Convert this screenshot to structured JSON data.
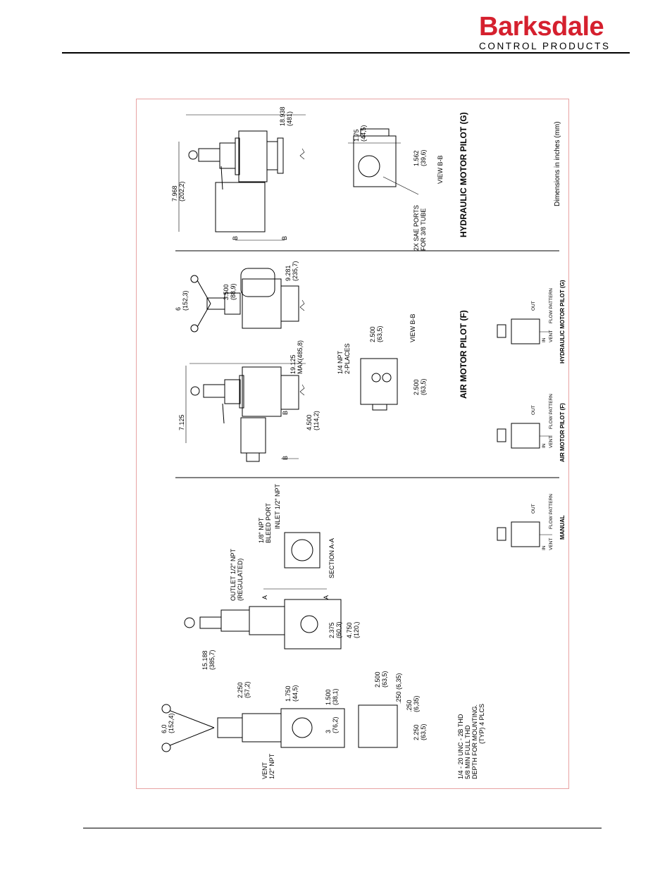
{
  "header": {
    "brand": "Barksdale",
    "tagline": "CONTROL PRODUCTS",
    "brand_color": "#d5202e"
  },
  "drawing": {
    "manual": {
      "outlet": "OUTLET 1/2\" NPT",
      "regulated": "(REGULATED)",
      "bleed_1": "1/8\" NPT",
      "bleed_2": "BLEED PORT",
      "inlet": "INLET 1/2\" NPT",
      "section": "SECTION A-A",
      "vent_1": "VENT",
      "vent_2": "1/2\" NPT",
      "mount_1": "1/4 - 20 UNC - 2B THD",
      "mount_2": "5/8 MIN FULL THD",
      "mount_3": "DEPTH FOR MOUNTING.",
      "mount_4": "(TYP) 4 PLCS",
      "section_mark": "A",
      "d_15188": "15.188",
      "d_15188_mm": "(385,7)",
      "d_6_0": "6,0",
      "d_6_0_mm": "(152,4)",
      "d_2250": "2.250",
      "d_2250_mm": "(57,2)",
      "d_1750": "1.750",
      "d_1750_mm": "(44,5)",
      "d_1500": "1.500",
      "d_1500_mm": "(38,1)",
      "d_3": "3",
      "d_3_mm": "(76,2)",
      "d_2375": "2.375",
      "d_2375_mm": "(60,3)",
      "d_4750": "4.750",
      "d_4750_mm": "(120,)",
      "d_2500": "2.500",
      "d_2500_mm": "(63,5)",
      "d_250a": ".250 (6,35)",
      "d_250b": ".250",
      "d_250b_mm": "(6,35)",
      "d_2250b": "2.250",
      "d_2250b_mm": "(63,5)"
    },
    "air": {
      "title": "AIR MOTOR PILOT (F)",
      "d_7125": "7.125",
      "d_19125": "19.125",
      "d_19125_mm": "MAX(485,8)",
      "d_4500": "4.500",
      "d_4500_mm": "(114,2)",
      "d_6": "6",
      "d_6_mm": "(152,3)",
      "d_3500": "3.500",
      "d_3500_mm": "(88,9)",
      "d_9281": "9.281",
      "d_9281_mm": "(235,7)",
      "npt_1": "1/4 NPT",
      "npt_2": "2-PLACES",
      "d_2500a": "2.500",
      "d_2500a_mm": "(63,5)",
      "d_2500b": "2.500",
      "d_2500b_mm": "(63,5)",
      "view": "VIEW B-B",
      "section_mark": "B"
    },
    "hydraulic": {
      "title": "HYDRAULIC MOTOR PILOT (G)",
      "d_18938": "18.938",
      "d_18938_mm": "(481)",
      "d_7968": "7.968",
      "d_7968_mm": "(202,2)",
      "d_175": "1.75",
      "d_175_mm": "(44,5)",
      "d_1562": "1.562",
      "d_1562_mm": "(39,6)",
      "sae_1": "2X SAE PORTS",
      "sae_2": "FOR 3/8 TUBE",
      "view": "VIEW B-B",
      "section_mark": "B",
      "dims_note": "Dimensions in inches (mm)"
    },
    "flow": {
      "in": "IN",
      "vent": "VENT",
      "out": "OUT",
      "pattern": "FLOW PATTERN",
      "manual": "MANUAL",
      "air": "AIR MOTOR PILOT (F)",
      "hydraulic": "HYDRAULIC MOTOR PILOT (G)"
    }
  }
}
